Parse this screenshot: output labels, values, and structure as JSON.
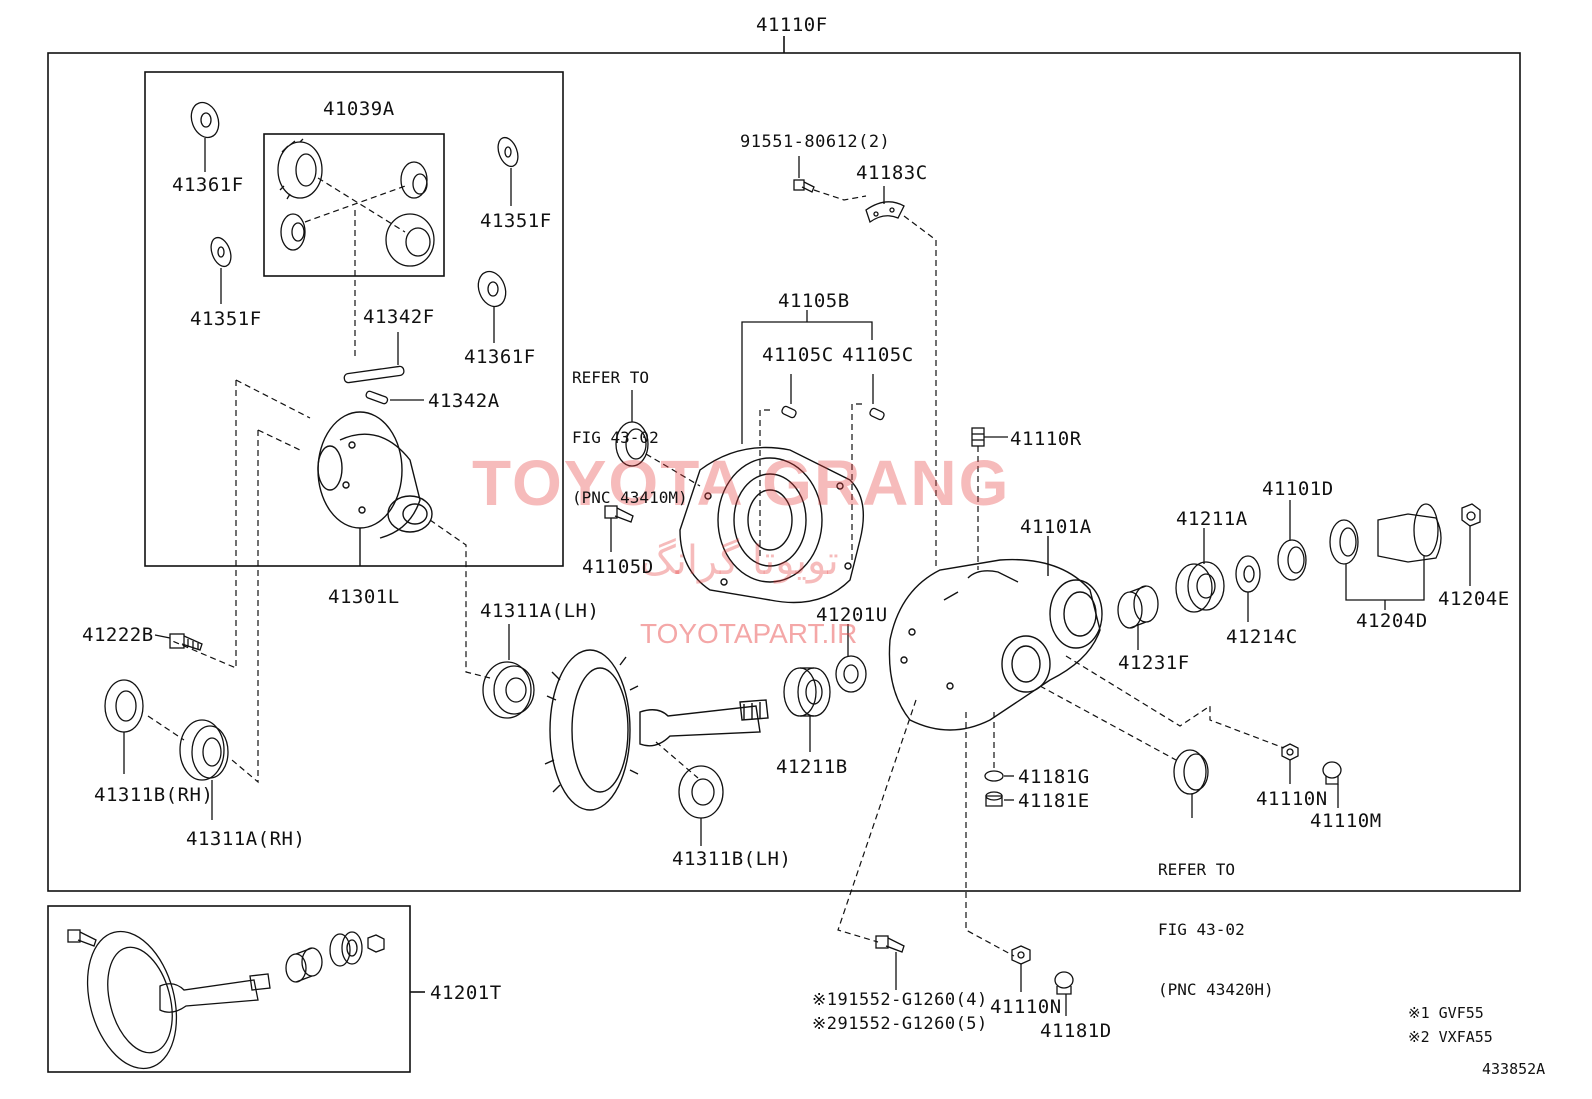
{
  "title_part": "41110F",
  "diagram_id": "433852A",
  "refer_notes": [
    {
      "lines": [
        "REFER TO",
        "FIG 43-02",
        "(PNC 43410M)"
      ]
    },
    {
      "lines": [
        "REFER TO",
        "FIG 43-02",
        "(PNC 43420H)"
      ]
    }
  ],
  "labels": {
    "p41039A": "41039A",
    "p41361F_top": "41361F",
    "p41351F_top": "41351F",
    "p41351F_left": "41351F",
    "p41342F": "41342F",
    "p41361F_right": "41361F",
    "p41342A": "41342A",
    "p41301L": "41301L",
    "p41222B": "41222B",
    "p41311A_LH": "41311A(LH)",
    "p41311B_RH": "41311B(RH)",
    "p41311A_RH": "41311A(RH)",
    "p41311B_LH": "41311B(LH)",
    "p91551": "91551-80612(2)",
    "p41183C": "41183C",
    "p41105B": "41105B",
    "p41105C_1": "41105C",
    "p41105C_2": "41105C",
    "p41110R": "41110R",
    "p41105D": "41105D",
    "p41201U": "41201U",
    "p41101A": "41101A",
    "p41211A": "41211A",
    "p41101D": "41101D",
    "p41231F": "41231F",
    "p41214C": "41214C",
    "p41204D": "41204D",
    "p41204E": "41204E",
    "p41211B": "41211B",
    "p41181G": "41181G",
    "p41181E": "41181E",
    "p41110N_right": "41110N",
    "p41110M": "41110M",
    "p41201T": "41201T",
    "p91552_1": "※191552-G1260(4)",
    "p91552_2": "※291552-G1260(5)",
    "p41110N_bottom": "41110N",
    "p41181D": "41181D"
  },
  "legend": [
    "※1 GVF55",
    "※2 VXFA55"
  ],
  "watermark": {
    "main": "TOYOTA GRANG",
    "persian": "تویوتا گرانگ",
    "url": "TOYOTAPART.IR",
    "color": "#e63c3c"
  }
}
